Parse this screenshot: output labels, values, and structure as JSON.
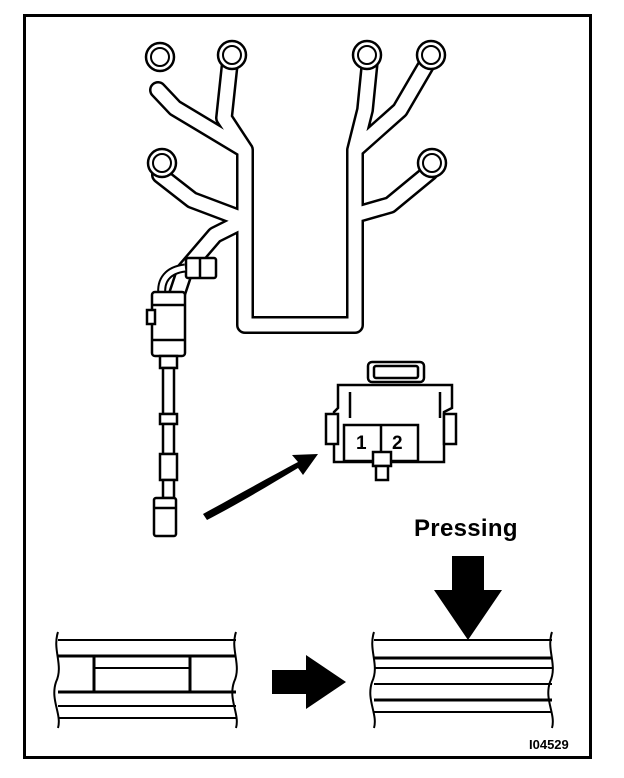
{
  "labels": {
    "pressing": "Pressing",
    "figure_id": "I04529"
  },
  "connector": {
    "pin_1": "1",
    "pin_2": "2"
  }
}
